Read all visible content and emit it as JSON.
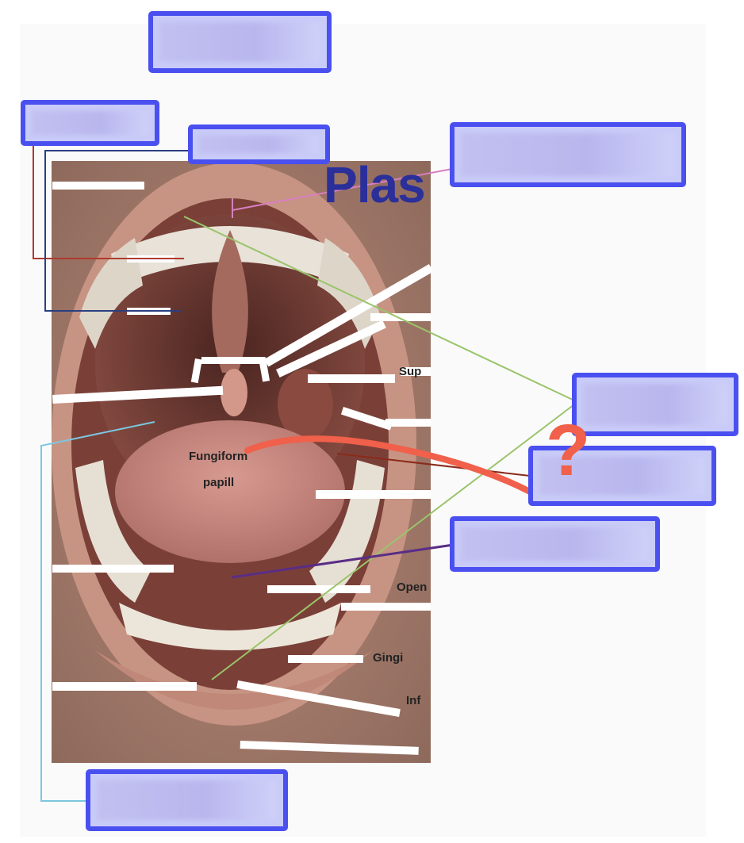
{
  "diagram": {
    "title_fragment": "Plas",
    "label_fragments": {
      "sup": "Sup",
      "inf": "Inf",
      "open": "Open",
      "gingi": "Gingi",
      "fungiform": "Fungiform",
      "papill": "papill"
    },
    "handwritten_mark": "?",
    "label_boxes": [
      {
        "id": "top-center",
        "text": ""
      },
      {
        "id": "top-left",
        "text": ""
      },
      {
        "id": "upper-lip",
        "text": ""
      },
      {
        "id": "top-right",
        "text": ""
      },
      {
        "id": "right-middle",
        "text": ""
      },
      {
        "id": "right-question",
        "text": ""
      },
      {
        "id": "right-lower",
        "text": ""
      },
      {
        "id": "bottom-left",
        "text": ""
      }
    ],
    "colors": {
      "box_border": "#4a50ef",
      "box_fill": "#c9cbf8",
      "scribble": "#f0604a",
      "leader_green": "#9ac46a",
      "leader_pink": "#d77fc0",
      "leader_red": "#b03a2e",
      "leader_navy": "#2b3f80",
      "leader_cyan": "#7cc7e0",
      "leader_purple": "#5a2d86"
    }
  }
}
